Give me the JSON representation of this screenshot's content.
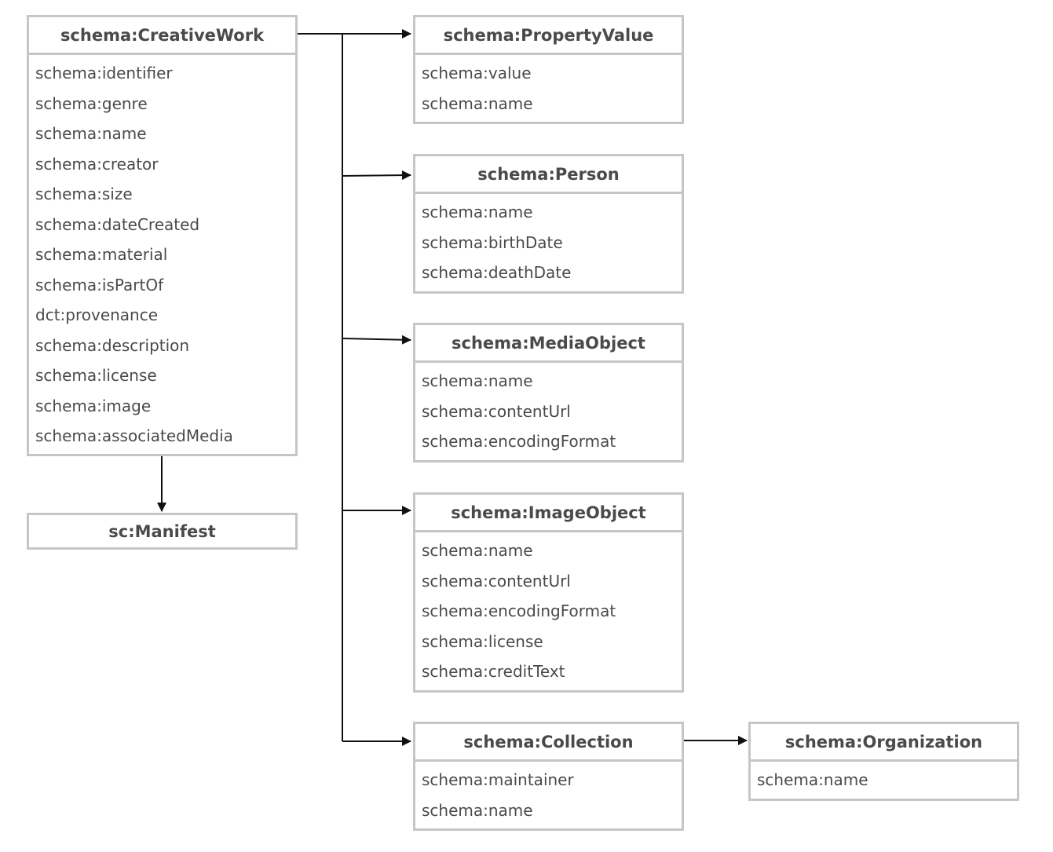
{
  "classes": {
    "creative_work": {
      "name": "schema:CreativeWork",
      "properties": [
        "schema:identifier",
        "schema:genre",
        "schema:name",
        "schema:creator",
        "schema:size",
        "schema:dateCreated",
        "schema:material",
        "schema:isPartOf",
        "dct:provenance",
        "schema:description",
        "schema:license",
        "schema:image",
        "schema:associatedMedia"
      ]
    },
    "manifest": {
      "name": "sc:Manifest",
      "properties": []
    },
    "property_value": {
      "name": "schema:PropertyValue",
      "properties": [
        "schema:value",
        "schema:name"
      ]
    },
    "person": {
      "name": "schema:Person",
      "properties": [
        "schema:name",
        "schema:birthDate",
        "schema:deathDate"
      ]
    },
    "media_object": {
      "name": "schema:MediaObject",
      "properties": [
        "schema:name",
        "schema:contentUrl",
        "schema:encodingFormat"
      ]
    },
    "image_object": {
      "name": "schema:ImageObject",
      "properties": [
        "schema:name",
        "schema:contentUrl",
        "schema:encodingFormat",
        "schema:license",
        "schema:creditText"
      ]
    },
    "collection": {
      "name": "schema:Collection",
      "properties": [
        "schema:maintainer",
        "schema:name"
      ]
    },
    "organization": {
      "name": "schema:Organization",
      "properties": [
        "schema:name"
      ]
    }
  },
  "relations": [
    {
      "from": "creative_work",
      "to": "manifest"
    },
    {
      "from": "creative_work",
      "to": "property_value"
    },
    {
      "from": "creative_work",
      "to": "person"
    },
    {
      "from": "creative_work",
      "to": "media_object"
    },
    {
      "from": "creative_work",
      "to": "image_object"
    },
    {
      "from": "creative_work",
      "to": "collection"
    },
    {
      "from": "collection",
      "to": "organization"
    }
  ],
  "colors": {
    "border": "#c6c6c6",
    "text": "#4a4a4a",
    "connector": "#111111"
  }
}
